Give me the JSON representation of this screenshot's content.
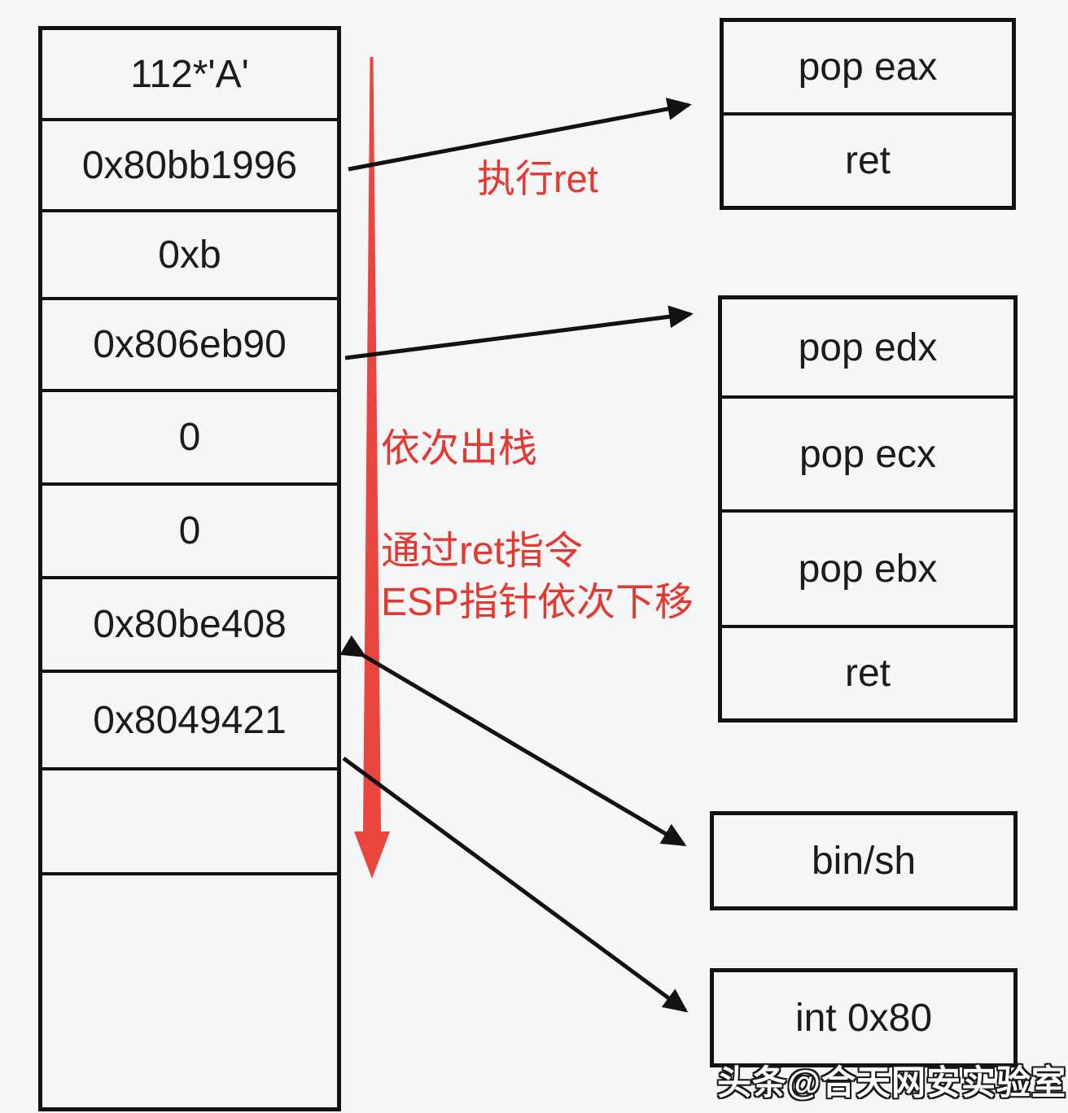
{
  "stack": {
    "rows": [
      "112*'A'",
      "0x80bb1996",
      "0xb",
      "0x806eb90",
      "0",
      "0",
      "0x80be408",
      "0x8049421",
      "",
      ""
    ]
  },
  "boxes": {
    "gadget1": {
      "rows": [
        "pop eax",
        "ret"
      ]
    },
    "gadget2": {
      "rows": [
        "pop edx",
        "pop ecx",
        "pop ebx",
        "ret"
      ]
    },
    "binsh_label": "bin/sh",
    "int80_label": "int 0x80"
  },
  "annotations": {
    "exec_ret": "执行ret",
    "pop_sequence": "依次出栈",
    "esp_line1": "通过ret指令",
    "esp_line2": "ESP指针依次下移"
  },
  "watermark": "头条@合天网安实验室",
  "colors": {
    "accent_red": "#e6382f",
    "line_black": "#121212",
    "background": "#f5f6f8"
  }
}
